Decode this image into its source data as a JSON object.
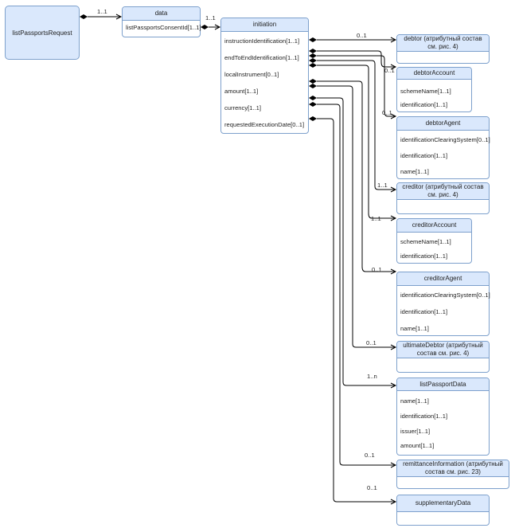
{
  "root": {
    "label": "listPassportsRequest"
  },
  "data_box": {
    "title": "data",
    "fields": [
      "listPassportsConsentId[1..1]"
    ]
  },
  "initiation": {
    "title": "initiation",
    "fields": [
      "instructionIdentification[1..1]",
      "endToEndIdentification[1..1]",
      "localInstrument[0..1]",
      "amount[1..1]",
      "currency[1..1]",
      "requestedExecutionDate[0..1]"
    ]
  },
  "targets": [
    {
      "title": "debtor (атрибутный состав см. рис. 4)",
      "fields": []
    },
    {
      "title": "debtorAccount",
      "fields": [
        "schemeName[1..1]",
        "identification[1..1]"
      ]
    },
    {
      "title": "debtorAgent",
      "fields": [
        "identificationClearingSystem[0..1]",
        "identification[1..1]",
        "name[1..1]"
      ]
    },
    {
      "title": "creditor (атрибутный состав см. рис. 4)",
      "fields": []
    },
    {
      "title": "creditorAccount",
      "fields": [
        "schemeName[1..1]",
        "identification[1..1]"
      ]
    },
    {
      "title": "creditorAgent",
      "fields": [
        "identificationClearingSystem[0..1]",
        "identification[1..1]",
        "name[1..1]"
      ]
    },
    {
      "title": "ultimateDebtor (атрибутный состав см. рис. 4)",
      "fields": []
    },
    {
      "title": "listPassportData",
      "fields": [
        "name[1..1]",
        "identification[1..1]",
        "issuer[1..1]",
        "amount[1..1]"
      ]
    },
    {
      "title": "remittanceInformation (атрибутный состав см. рис. 23)",
      "fields": []
    },
    {
      "title": "supplementaryData",
      "fields": []
    }
  ],
  "multiplicities": {
    "root_data": "1..1",
    "data_initiation": "1..1",
    "targets": [
      "0..1",
      "0..1",
      "0..1",
      "1..1",
      "1..1",
      "0..1",
      "0..1",
      "1..n",
      "0..1",
      "0..1"
    ]
  },
  "colors": {
    "fill": "#dae8fc",
    "border": "#7da0cc",
    "line": "#000000"
  }
}
